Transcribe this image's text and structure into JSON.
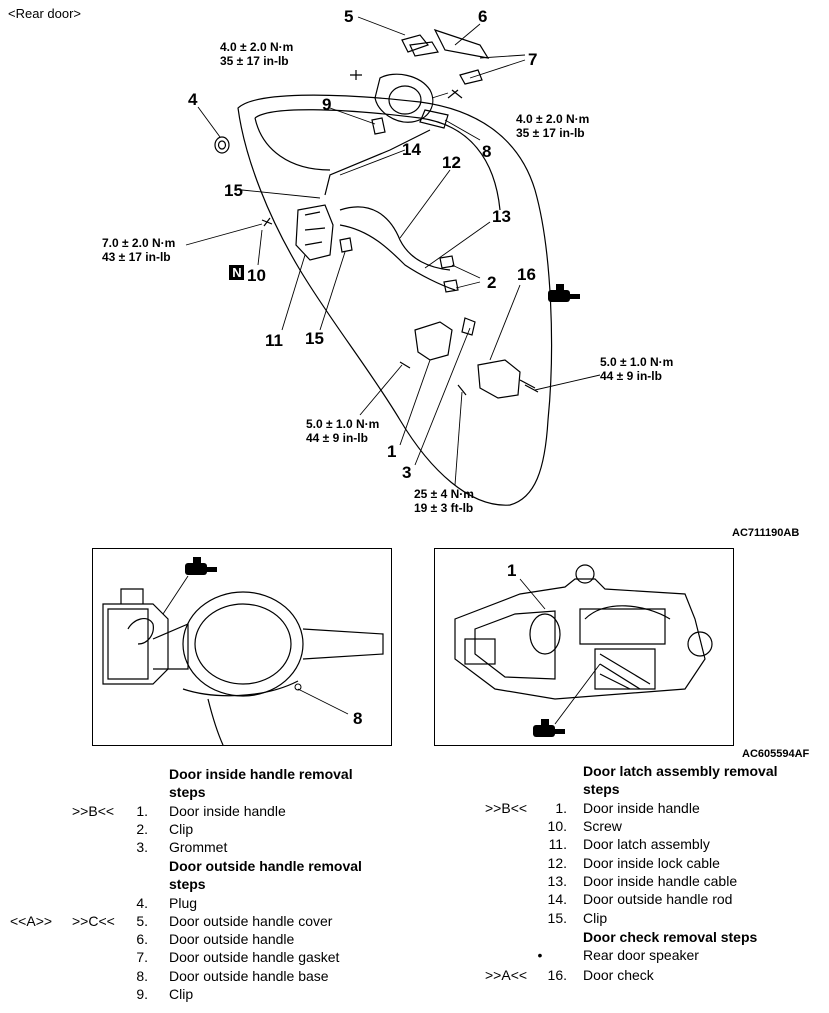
{
  "title": "<Rear door>",
  "fig_code_top": "AC711190AB",
  "fig_code_bottom": "AC605594AF",
  "callouts": {
    "c5": "5",
    "c6": "6",
    "c7": "7",
    "c4": "4",
    "c9": "9",
    "c8": "8",
    "c14": "14",
    "c12": "12",
    "c15a": "15",
    "c13": "13",
    "c10": "10",
    "c2": "2",
    "c16": "16",
    "c11": "11",
    "c15b": "15",
    "c1": "1",
    "c3": "3",
    "panel_left_8": "8",
    "panel_right_1": "1",
    "n_mark": "N"
  },
  "torques": {
    "t1_nm": "4.0 ± 2.0 N·m",
    "t1_lb": "35 ± 17 in-lb",
    "t2_nm": "4.0 ± 2.0 N·m",
    "t2_lb": "35 ± 17 in-lb",
    "t3_nm": "7.0 ± 2.0 N·m",
    "t3_lb": "43 ± 17 in-lb",
    "t4_nm": "5.0 ± 1.0 N·m",
    "t4_lb": "44 ± 9 in-lb",
    "t5_nm": "5.0 ± 1.0 N·m",
    "t5_lb": "44 ± 9 in-lb",
    "t6_nm": "25 ± 4 N·m",
    "t6_lb": "19 ± 3 ft-lb"
  },
  "left_list": {
    "header1": [
      "Door inside handle removal",
      "steps"
    ],
    "items1": [
      {
        "ref": ">>B<<",
        "num": "1.",
        "text": "Door inside handle"
      },
      {
        "ref": "",
        "num": "2.",
        "text": "Clip"
      },
      {
        "ref": "",
        "num": "3.",
        "text": "Grommet"
      }
    ],
    "header2": [
      "Door outside handle removal",
      "steps"
    ],
    "items2": [
      {
        "pre": "",
        "ref": "",
        "num": "4.",
        "text": "Plug"
      },
      {
        "pre": "<<A>>",
        "ref": ">>C<<",
        "num": "5.",
        "text": "Door outside handle cover"
      },
      {
        "pre": "",
        "ref": "",
        "num": "6.",
        "text": "Door outside handle"
      },
      {
        "pre": "",
        "ref": "",
        "num": "7.",
        "text": "Door outside handle gasket"
      },
      {
        "pre": "",
        "ref": "",
        "num": "8.",
        "text": "Door outside handle base"
      },
      {
        "pre": "",
        "ref": "",
        "num": "9.",
        "text": "Clip"
      }
    ]
  },
  "right_list": {
    "header1": [
      "Door latch assembly removal",
      "steps"
    ],
    "items1": [
      {
        "ref": ">>B<<",
        "num": "1.",
        "text": "Door inside handle"
      },
      {
        "ref": "",
        "num": "10.",
        "text": "Screw"
      },
      {
        "ref": "",
        "num": "11.",
        "text": "Door latch assembly"
      },
      {
        "ref": "",
        "num": "12.",
        "text": "Door inside lock cable"
      },
      {
        "ref": "",
        "num": "13.",
        "text": "Door inside handle cable"
      },
      {
        "ref": "",
        "num": "14.",
        "text": "Door outside handle rod"
      },
      {
        "ref": "",
        "num": "15.",
        "text": "Clip"
      }
    ],
    "header2": "Door check removal steps",
    "items2": [
      {
        "ref": "",
        "num": "•",
        "text": "Rear door speaker"
      },
      {
        "ref": ">>A<<",
        "num": "16.",
        "text": "Door check"
      }
    ]
  }
}
